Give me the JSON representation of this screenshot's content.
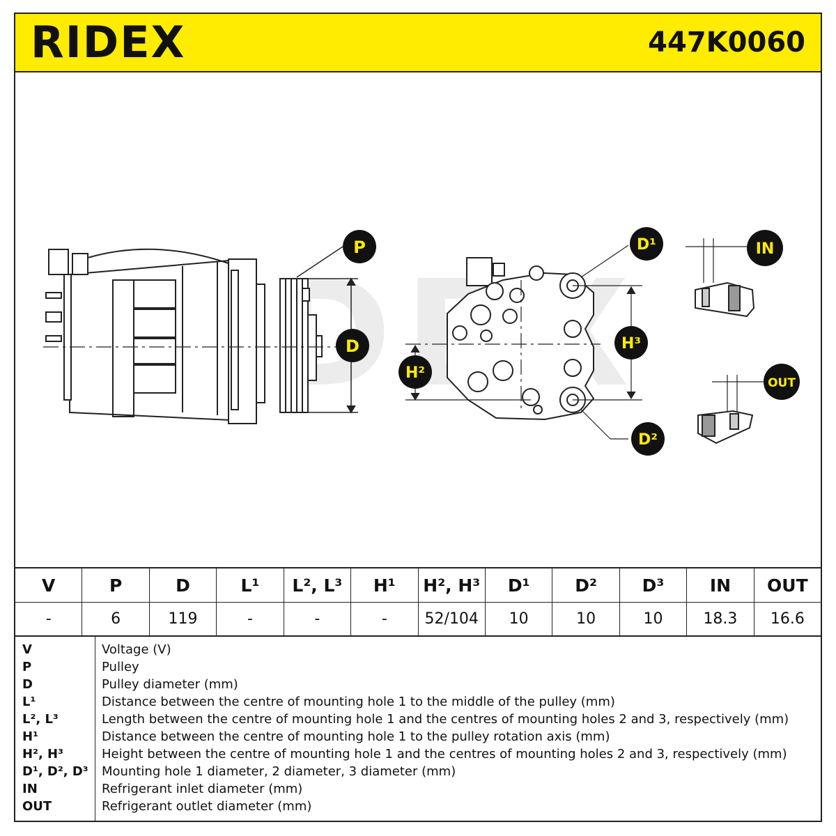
{
  "header": {
    "brand": "RIDEX",
    "part_number": "447K0060",
    "color": "#ffec00"
  },
  "drawing": {
    "watermark": "RIDEX",
    "callouts": {
      "p": "P",
      "d": "D",
      "h2": "H²",
      "h3": "H³",
      "d1": "D¹",
      "d2": "D²",
      "in": "IN",
      "out": "OUT"
    }
  },
  "spec_table": {
    "headers": [
      "V",
      "P",
      "D",
      "L¹",
      "L², L³",
      "H¹",
      "H², H³",
      "D¹",
      "D²",
      "D³",
      "IN",
      "OUT"
    ],
    "values": [
      "-",
      "6",
      "119",
      "-",
      "-",
      "-",
      "52/104",
      "10",
      "10",
      "10",
      "18.3",
      "16.6"
    ]
  },
  "legend": [
    {
      "key": "V",
      "desc": "Voltage (V)"
    },
    {
      "key": "P",
      "desc": "Pulley"
    },
    {
      "key": "D",
      "desc": "Pulley diameter (mm)"
    },
    {
      "key": "L¹",
      "desc": "Distance between the centre of mounting hole 1 to the middle of the pulley (mm)"
    },
    {
      "key": "L², L³",
      "desc": "Length between the centre of mounting hole 1 and the centres of mounting holes 2 and 3, respectively (mm)"
    },
    {
      "key": "H¹",
      "desc": "Distance between the centre of mounting hole 1 to the pulley rotation axis (mm)"
    },
    {
      "key": "H², H³",
      "desc": "Height between the centre of mounting hole 1 and the centres of mounting holes 2 and 3, respectively (mm)"
    },
    {
      "key": "D¹, D², D³",
      "desc": "Mounting hole 1 diameter, 2 diameter, 3 diameter (mm)"
    },
    {
      "key": "IN",
      "desc": "Refrigerant inlet diameter (mm)"
    },
    {
      "key": "OUT",
      "desc": "Refrigerant outlet diameter (mm)"
    }
  ]
}
